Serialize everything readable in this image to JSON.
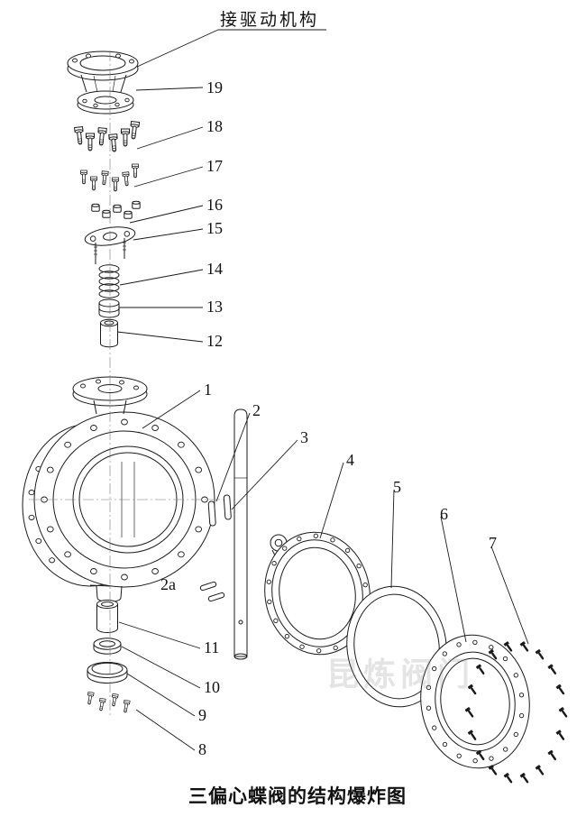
{
  "diagram": {
    "top_label": "接驱动机构",
    "title": "三偏心蝶阀的结构爆炸图",
    "watermark": "昆炼阀门",
    "callouts": {
      "c19": "19",
      "c18": "18",
      "c17": "17",
      "c16": "16",
      "c15": "15",
      "c14": "14",
      "c13": "13",
      "c12": "12",
      "c1": "1",
      "c2": "2",
      "c3": "3",
      "c4": "4",
      "c5": "5",
      "c6": "6",
      "c7": "7",
      "c2a": "2a",
      "c11": "11",
      "c10": "10",
      "c9": "9",
      "c8": "8"
    }
  }
}
